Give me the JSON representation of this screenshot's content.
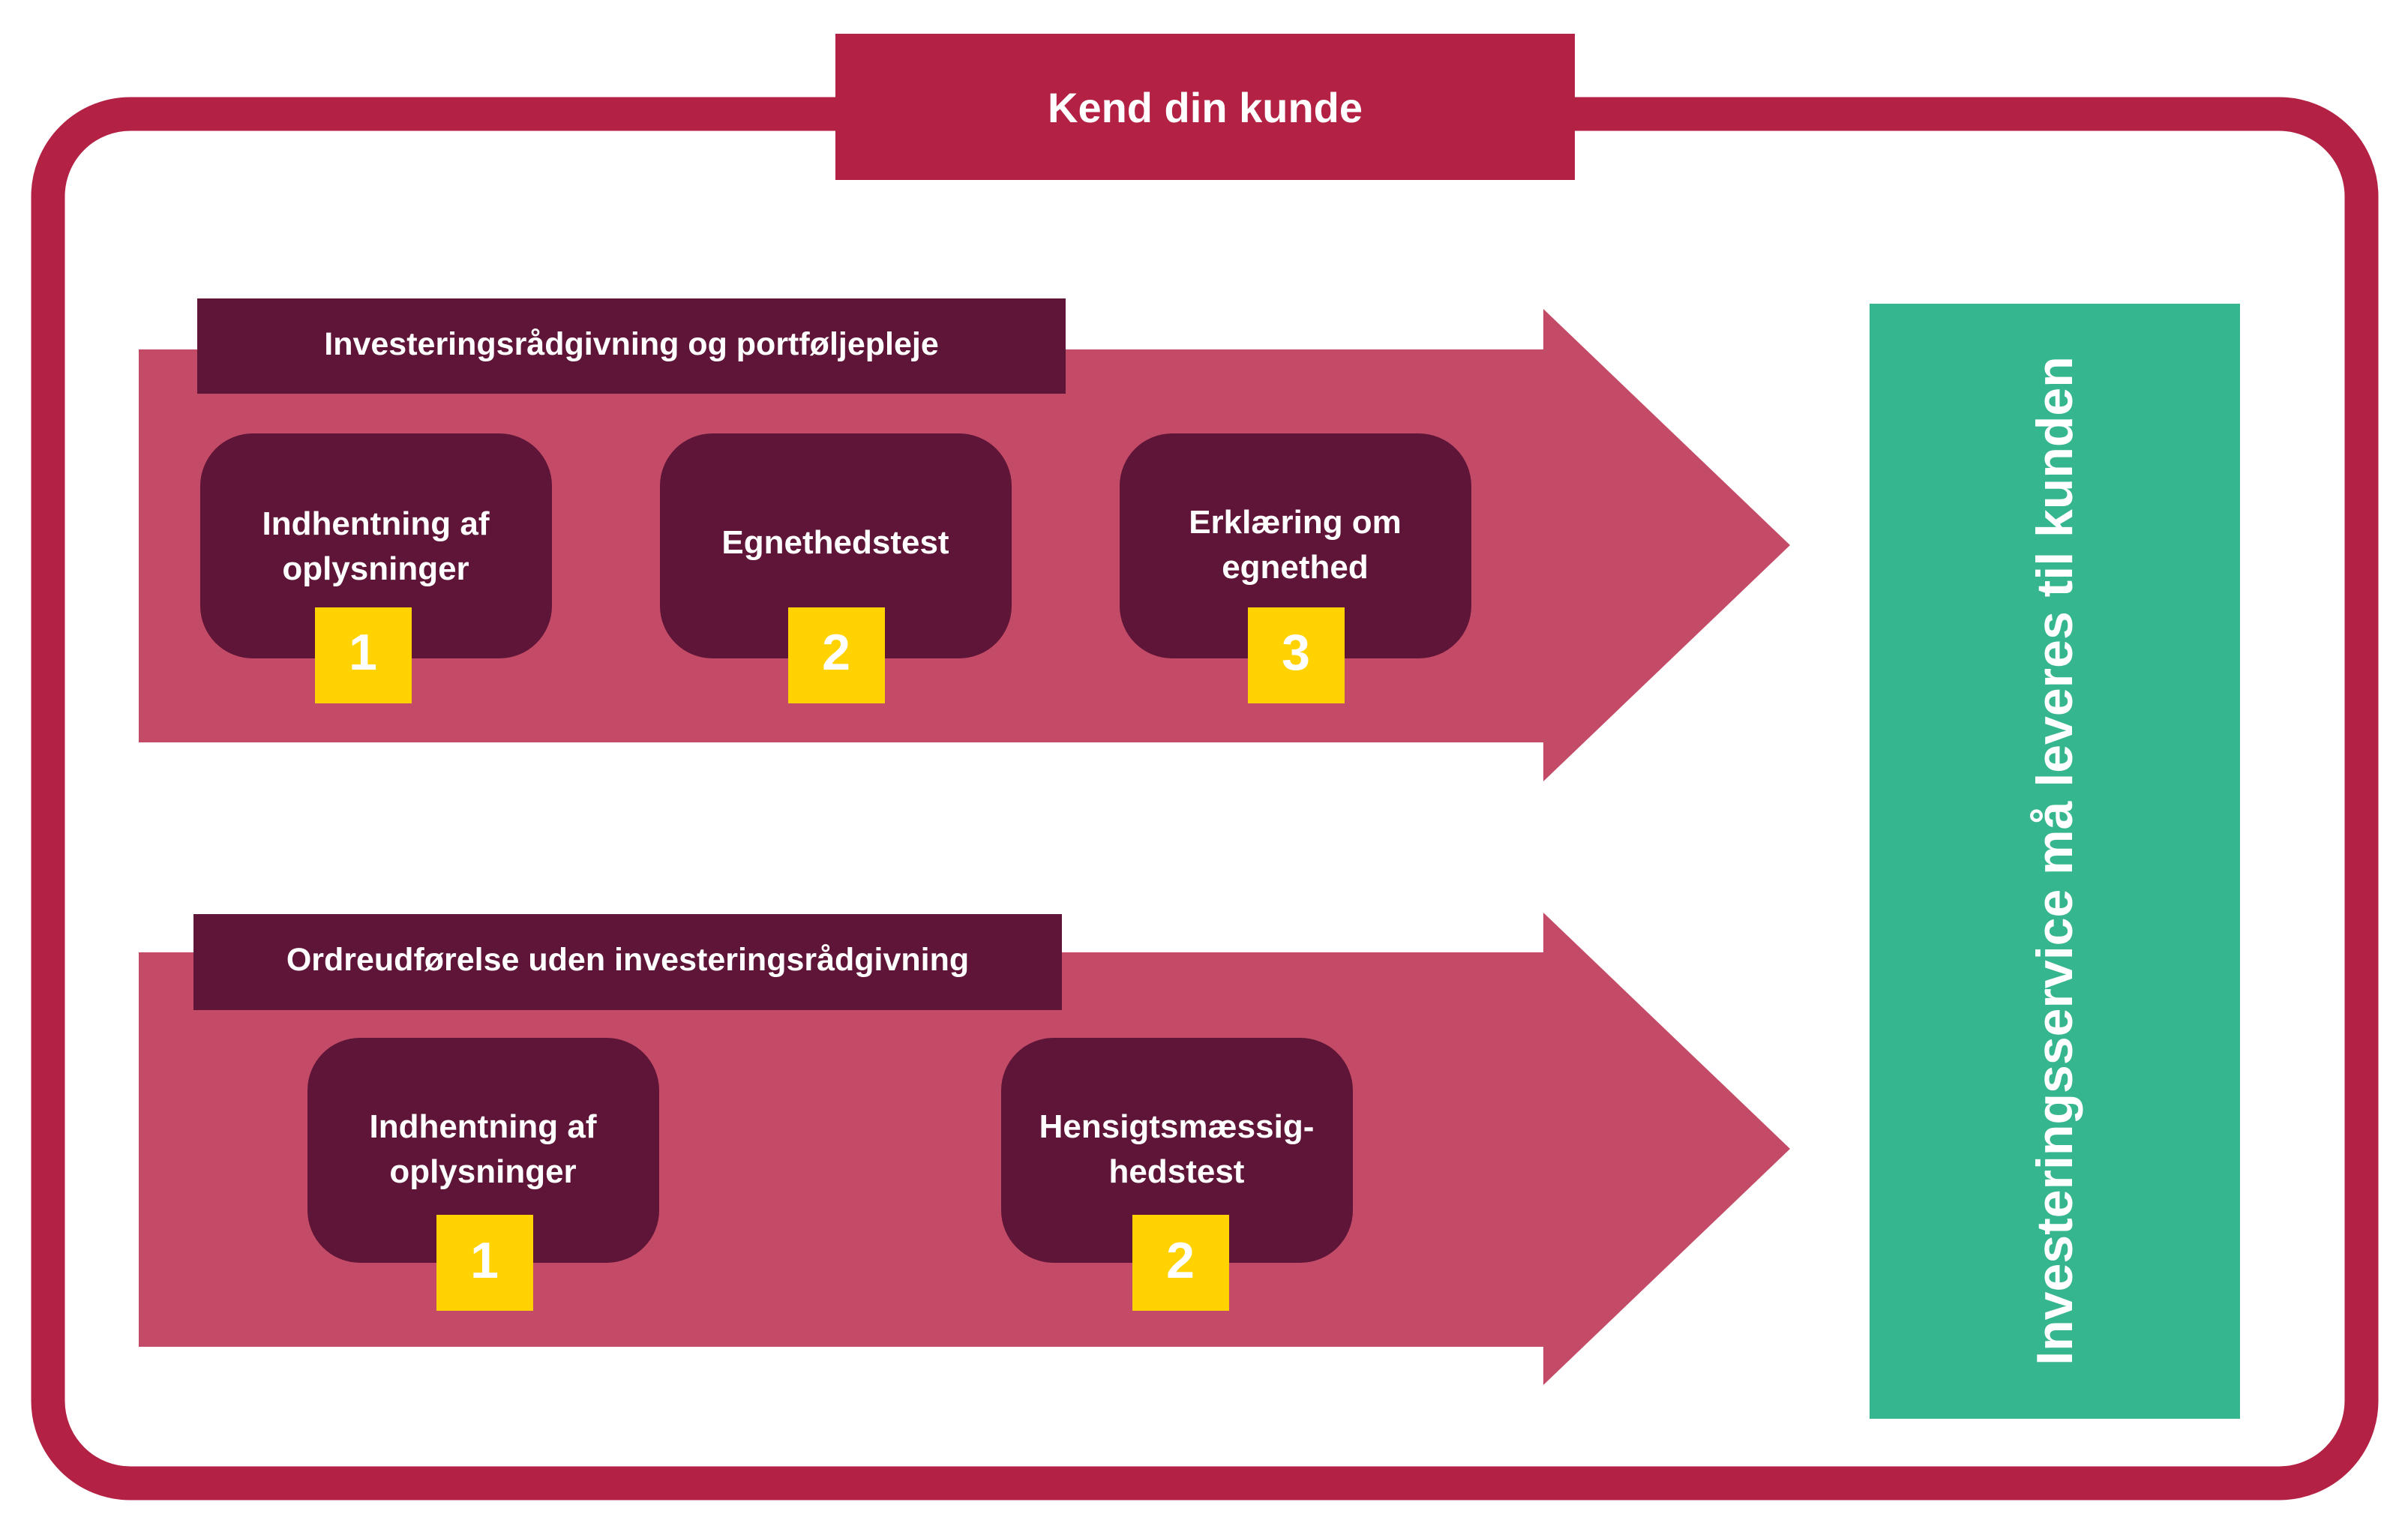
{
  "colors": {
    "frame": "#B32245",
    "arrow": "#C44B67",
    "dark": "#5E1537",
    "badge": "#FFD200",
    "service": "#35B68E",
    "text_light": "#FFFFFF"
  },
  "title": "Kend din kunde",
  "tracks": [
    {
      "label": "Investeringsrådgivning og portføljepleje",
      "steps": [
        {
          "line1": "Indhentning af",
          "line2": "oplysninger",
          "number": "1"
        },
        {
          "line1": "Egnethedstest",
          "line2": "",
          "number": "2"
        },
        {
          "line1": "Erklæring om",
          "line2": "egnethed",
          "number": "3"
        }
      ]
    },
    {
      "label": "Ordreudførelse uden investeringsrådgivning",
      "steps": [
        {
          "line1": "Indhentning af",
          "line2": "oplysninger",
          "number": "1"
        },
        {
          "line1": "Hensigtsmæssig-",
          "line2": "hedstest",
          "number": "2"
        }
      ]
    }
  ],
  "service_label": "Investeringsservice må leveres til kunden"
}
